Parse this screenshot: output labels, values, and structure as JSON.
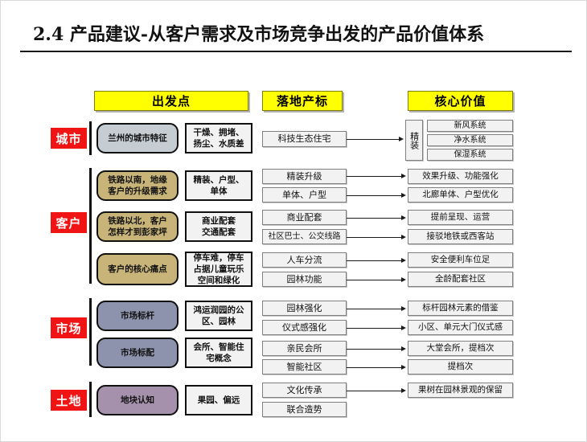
{
  "slide": {
    "title": "2.4 产品建议-从客户需求及市场竞争出发的产品价值体系",
    "accent_red": "#f01414",
    "accent_yellow": "#ffff00"
  },
  "headers": [
    {
      "label": "出发点"
    },
    {
      "label": "落地产标"
    },
    {
      "label": "核心价值"
    }
  ],
  "categories": [
    {
      "label": "城市"
    },
    {
      "label": "客户"
    },
    {
      "label": "市场"
    },
    {
      "label": "土地"
    }
  ],
  "starting_points": [
    {
      "line1": "兰州的城市特征",
      "line2": "",
      "color": "#c5cdd3"
    },
    {
      "line1": "铁路以南，地缘",
      "line2": "客户的升级需求",
      "color": "#c8b478"
    },
    {
      "line1": "铁路以北，客户",
      "line2": "怎样才到彭家坪",
      "color": "#c8b478"
    },
    {
      "line1": "客户的核心痛点",
      "line2": "",
      "color": "#c8b478"
    },
    {
      "line1": "市场标杆",
      "line2": "",
      "color": "#8d93ad"
    },
    {
      "line1": "市场标配",
      "line2": "",
      "color": "#8d93ad"
    },
    {
      "line1": "地块认知",
      "line2": "",
      "color": "#a691ad"
    }
  ],
  "issues": [
    {
      "line1": "干燥、拥堵、",
      "line2": "扬尘、水质差",
      "line3": ""
    },
    {
      "line1": "精装、户型、",
      "line2": "单体",
      "line3": ""
    },
    {
      "line1": "商业配套",
      "line2": "交通配套",
      "line3": ""
    },
    {
      "line1": "停车难，停车",
      "line2": "占据儿童玩乐",
      "line3": "空间和绿化"
    },
    {
      "line1": "鸿运润园的公",
      "line2": "区、园林",
      "line3": ""
    },
    {
      "line1": "会所、智能住",
      "line2": "宅概念",
      "line3": ""
    },
    {
      "line1": "果园、偏远",
      "line2": "",
      "line3": ""
    }
  ],
  "product_targets": [
    {
      "label": "科技生态住宅"
    },
    {
      "label": "精装升级"
    },
    {
      "label": "单体、户型"
    },
    {
      "label": "商业配套"
    },
    {
      "label": "社区巴士、公交线路"
    },
    {
      "label": "人车分流"
    },
    {
      "label": "园林功能"
    },
    {
      "label": "园林强化"
    },
    {
      "label": "仪式感强化"
    },
    {
      "label": "亲民会所"
    },
    {
      "label": "智能社区"
    },
    {
      "label": "文化传承"
    },
    {
      "label": "联合造势"
    }
  ],
  "core_values": {
    "group_label": "精装",
    "group_items": [
      {
        "label": "新风系统"
      },
      {
        "label": "净水系统"
      },
      {
        "label": "保湿系统"
      }
    ],
    "items": [
      {
        "label": "效果升级、功能强化"
      },
      {
        "label": "北廊单体、户型优化"
      },
      {
        "label": "提前呈现、运营"
      },
      {
        "label": "接驳地铁或西客站"
      },
      {
        "label": "安全便利车位足"
      },
      {
        "label": "全龄配套社区"
      },
      {
        "label": "标杆园林元素的借鉴"
      },
      {
        "label": "小区、单元大门仪式感"
      },
      {
        "label": "大堂会所，提档次"
      },
      {
        "label": "提档次"
      },
      {
        "label": "果树在园林景观的保留"
      }
    ]
  }
}
